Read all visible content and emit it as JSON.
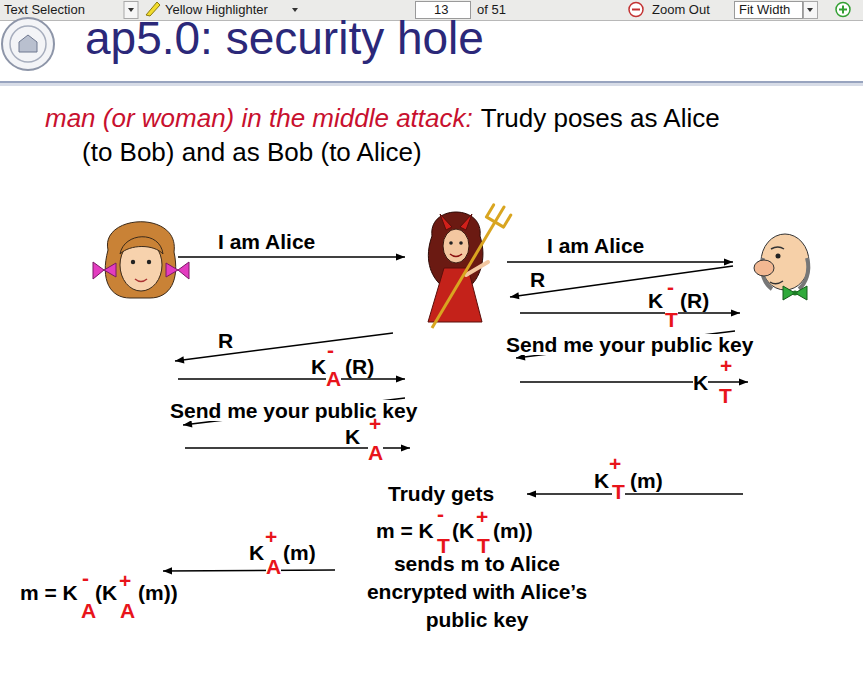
{
  "diagram": {
    "title": "ap5.0: security hole",
    "labels": [
      "Text Selection",
      "Yellow Highlighter",
      "13",
      "of 51",
      "Zoom Out",
      "Fit Width",
      "man (or woman) in the middle attack:",
      "Trudy poses as Alice (to Bob) and as Bob (to Alice)",
      "I am Alice",
      "I am Alice",
      "R",
      "K",
      "-",
      "T",
      "(R)",
      "Send me your public key",
      "K",
      "+",
      "T",
      "R",
      "K",
      "-",
      "A",
      "(R)",
      "Send me your public key",
      "K",
      "+",
      "A",
      "K",
      "+",
      "T",
      "(m)",
      "Trudy gets",
      "m = K",
      "-",
      "T",
      "(K",
      "+",
      "T",
      "(m))",
      "sends m to Alice encrypted with Alice’s public key",
      "K",
      "+",
      "A",
      "(m)",
      "m = K",
      "-",
      "A",
      "(K",
      "+",
      "A",
      "(m))"
    ]
  }
}
